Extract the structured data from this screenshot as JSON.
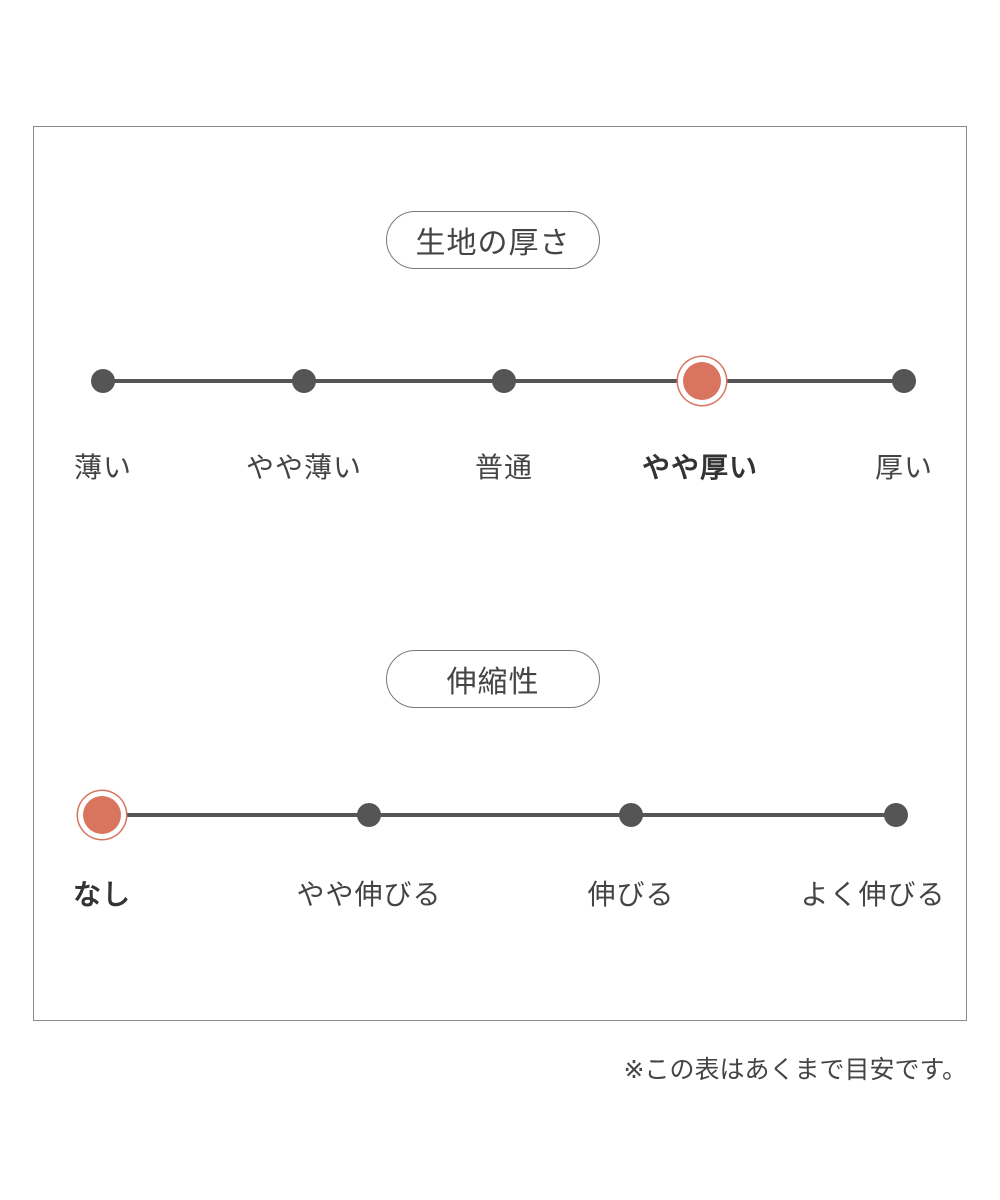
{
  "thickness": {
    "title": "生地の厚さ",
    "options": [
      "薄い",
      "やや薄い",
      "普通",
      "やや厚い",
      "厚い"
    ],
    "selected_index": 3
  },
  "stretch": {
    "title": "伸縮性",
    "options": [
      "なし",
      "やや伸びる",
      "伸びる",
      "よく伸びる"
    ],
    "selected_index": 0
  },
  "footnote": "※この表はあくまで目安です。",
  "colors": {
    "accent": "#d9745f",
    "track": "#555555",
    "text": "#444444",
    "border": "#8a8a8a"
  }
}
